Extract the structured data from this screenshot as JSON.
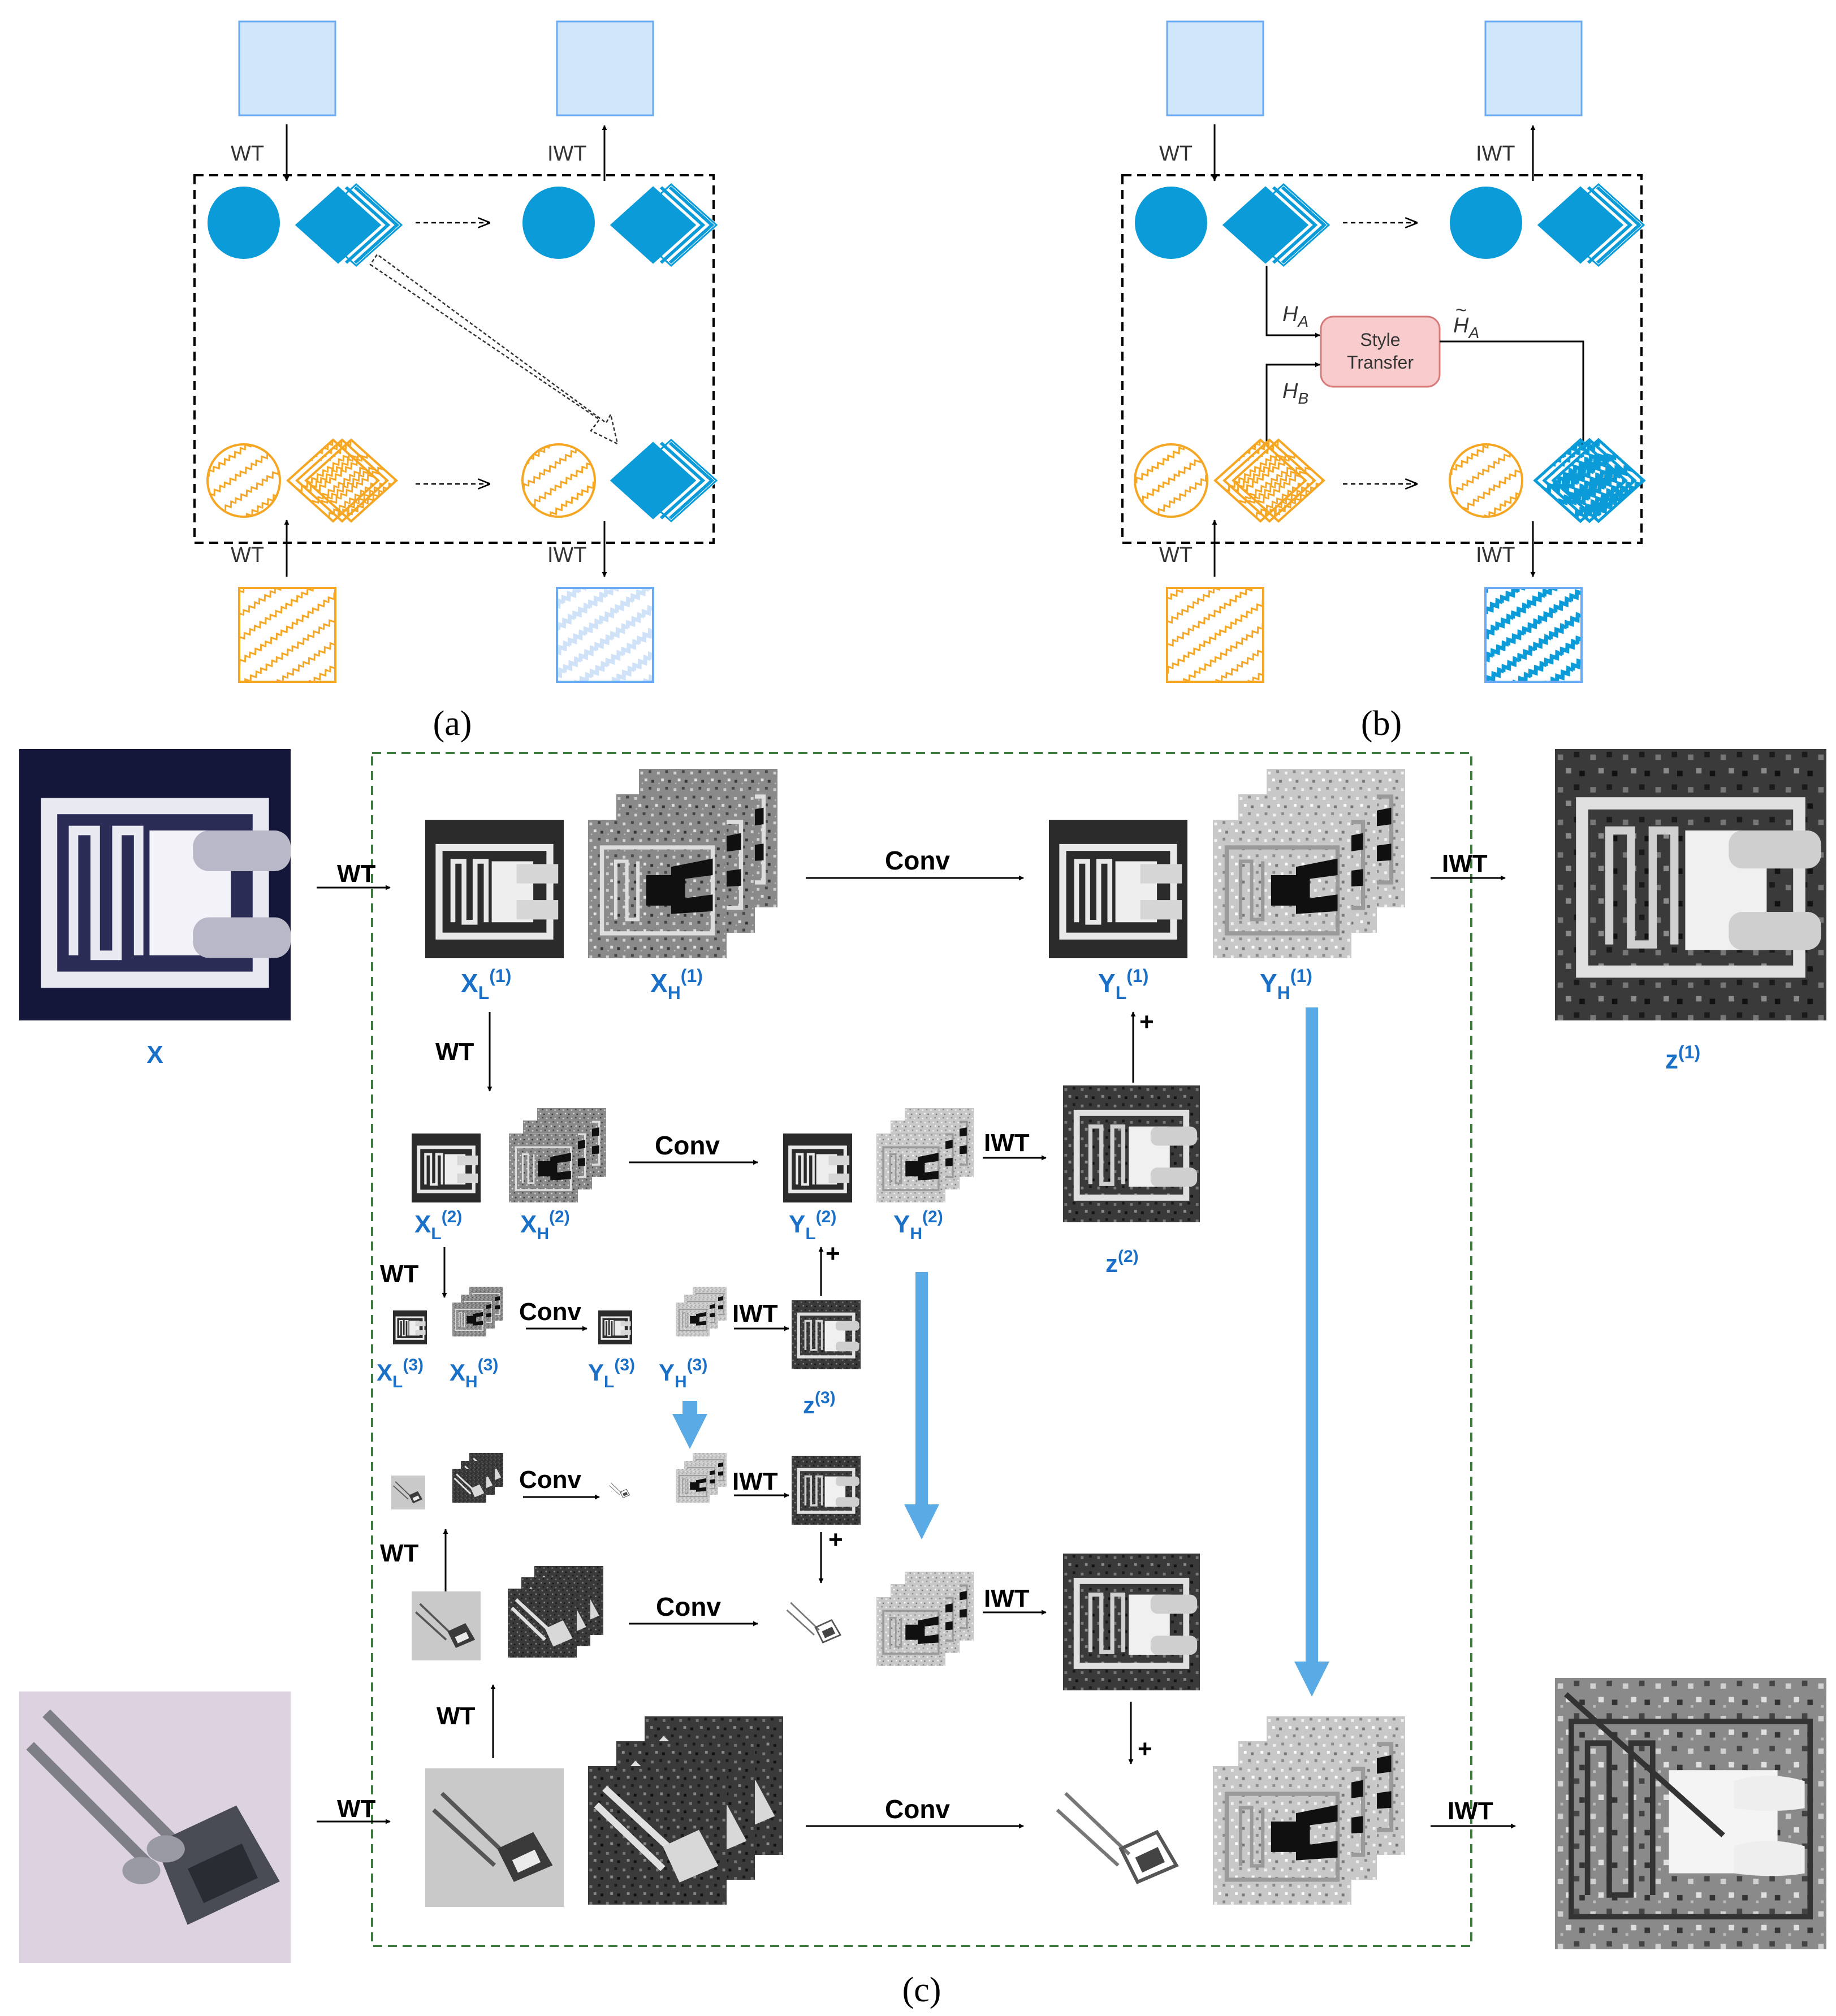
{
  "colors": {
    "blue": "#0a9bd8",
    "light_blue": "#cfe6fb",
    "light_blue_border": "#6aaaf5",
    "orange": "#f5a623",
    "pink_fill": "#f8cccc",
    "pink_border": "#d97a7a",
    "label_blue": "#1a6fc7",
    "arrow_blue": "#5aaae6",
    "dash_green": "#3d7a3d"
  },
  "panel_a": {
    "label": "(a)",
    "wt_top": "WT",
    "iwt_top": "IWT",
    "wt_bottom": "WT",
    "iwt_bottom": "IWT"
  },
  "panel_b": {
    "label": "(b)",
    "wt_top": "WT",
    "iwt_top": "IWT",
    "wt_bottom": "WT",
    "iwt_bottom": "IWT",
    "style_transfer_line1": "Style",
    "style_transfer_line2": "Transfer",
    "ha_label": "H",
    "ha_sub": "A",
    "hb_label": "H",
    "hb_sub": "B",
    "ha_tilde_label": "H",
    "ha_tilde_sub": "A",
    "tilde": "~"
  },
  "panel_c": {
    "label": "(c)",
    "x_label": "X",
    "z1": {
      "base": "z",
      "sup": "(1)"
    },
    "z2": {
      "base": "z",
      "sup": "(2)"
    },
    "z3": {
      "base": "z",
      "sup": "(3)"
    },
    "xl1": {
      "base": "X",
      "sub": "L",
      "sup": "(1)"
    },
    "xh1": {
      "base": "X",
      "sub": "H",
      "sup": "(1)"
    },
    "yl1": {
      "base": "Y",
      "sub": "L",
      "sup": "(1)"
    },
    "yh1": {
      "base": "Y",
      "sub": "H",
      "sup": "(1)"
    },
    "xl2": {
      "base": "X",
      "sub": "L",
      "sup": "(2)"
    },
    "xh2": {
      "base": "X",
      "sub": "H",
      "sup": "(2)"
    },
    "yl2": {
      "base": "Y",
      "sub": "L",
      "sup": "(2)"
    },
    "yh2": {
      "base": "Y",
      "sub": "H",
      "sup": "(2)"
    },
    "xl3": {
      "base": "X",
      "sub": "L",
      "sup": "(3)"
    },
    "xh3": {
      "base": "X",
      "sub": "H",
      "sup": "(3)"
    },
    "yl3": {
      "base": "Y",
      "sub": "L",
      "sup": "(3)"
    },
    "yh3": {
      "base": "Y",
      "sub": "H",
      "sup": "(3)"
    },
    "wt": "WT",
    "iwt": "IWT",
    "conv": "Conv",
    "plus": "+"
  }
}
